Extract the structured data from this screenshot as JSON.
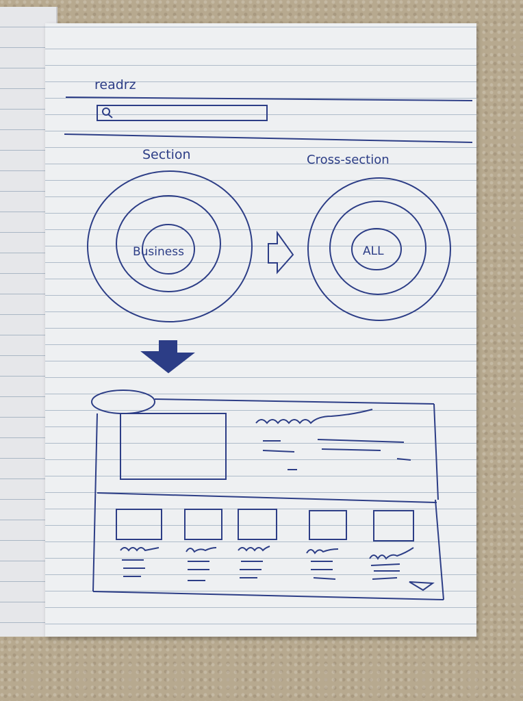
{
  "app": {
    "title": "readrz"
  },
  "search": {
    "icon": "search-icon",
    "placeholder": ""
  },
  "sections": {
    "section_label": "Section",
    "cross_section_label": "Cross-section",
    "section_center": "Business",
    "cross_section_center": "ALL"
  },
  "ink_color": "#2c3d86"
}
